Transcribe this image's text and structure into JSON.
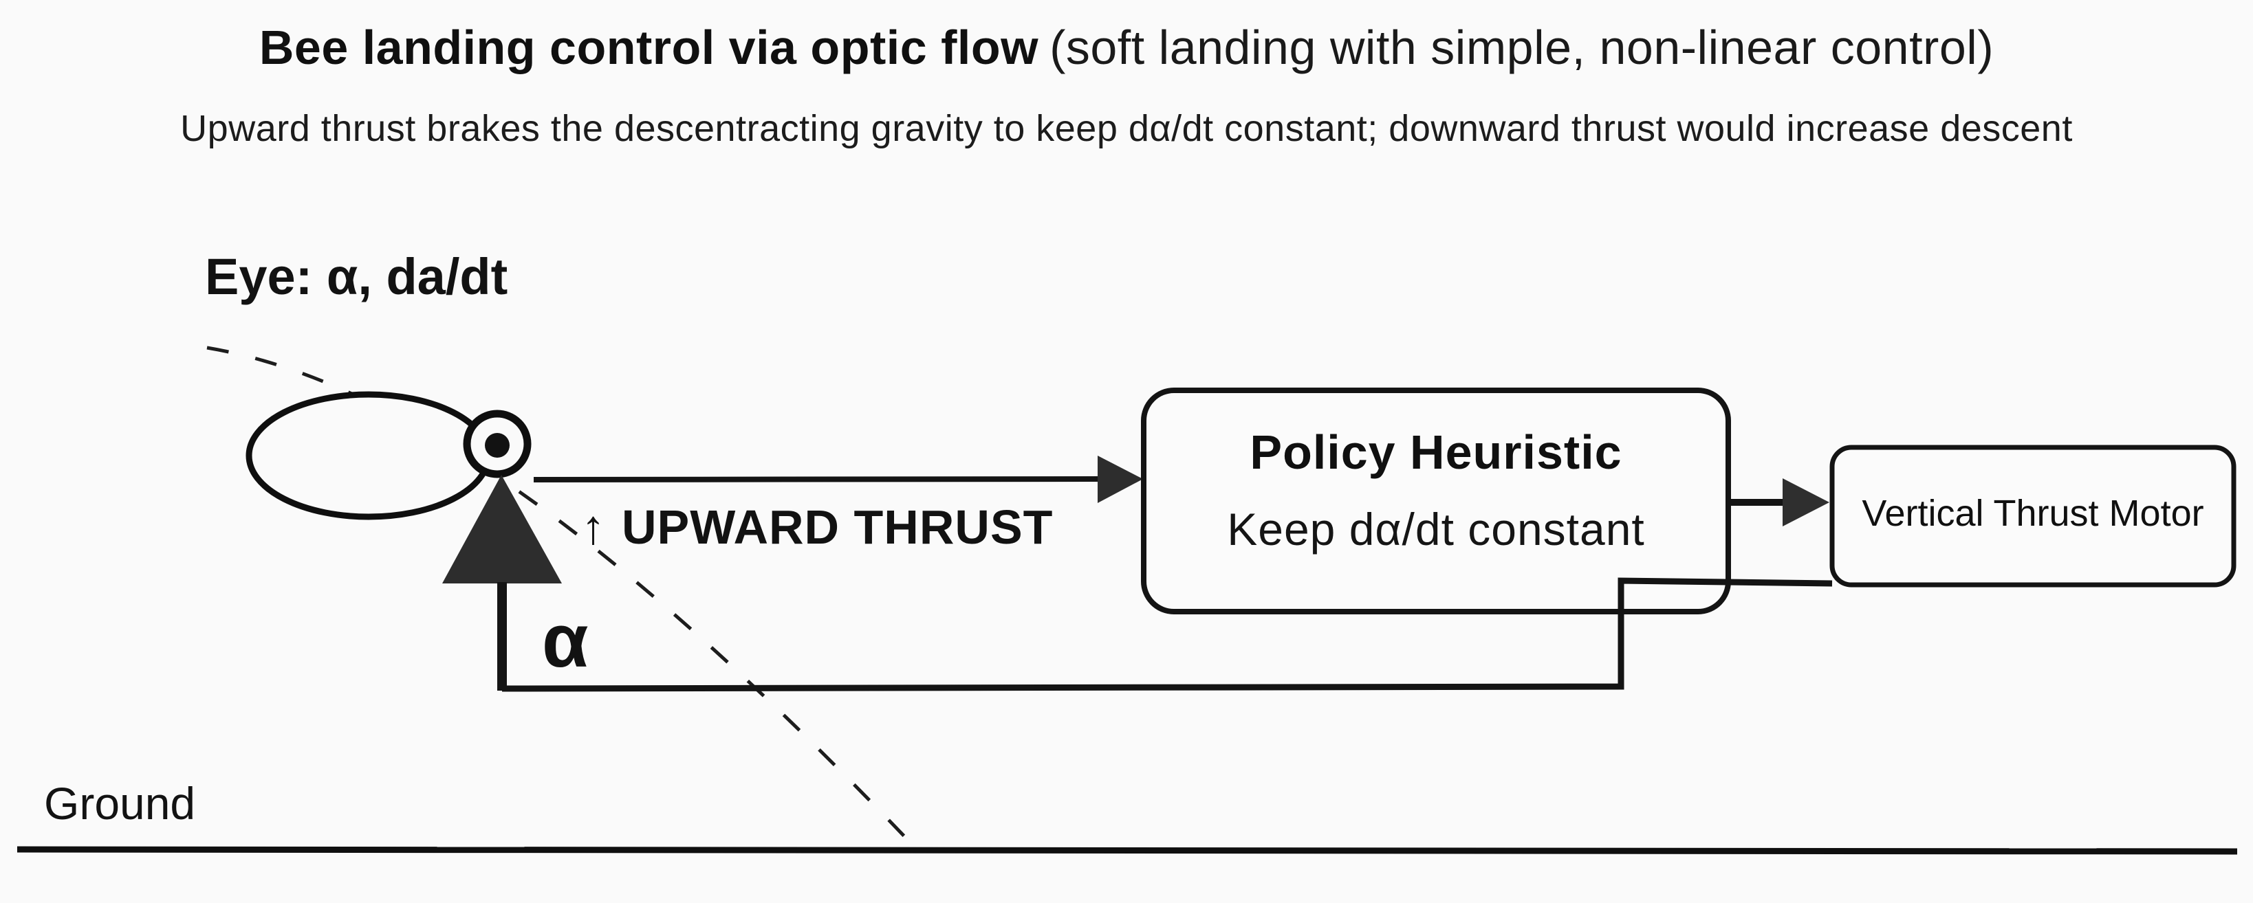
{
  "colors": {
    "background": "#fafafa",
    "ink": "#141414",
    "shape_fill": "#2d2d2d"
  },
  "header": {
    "title_bold": "Bee landing control via optic flow",
    "title_paren": "(soft landing with simple, non-linear control)",
    "subtitle": "Upward thrust brakes the descentracting gravity to keep dα/dt constant; downward thrust would increase descent"
  },
  "diagram": {
    "eye_label": "Eye: α, da/dt",
    "thrust_arrow": "↑",
    "thrust_label": "UPWARD THRUST",
    "alpha_label": "α",
    "policy_box": {
      "title": "Policy Heuristic",
      "subtitle": "Keep dα/dt constant"
    },
    "motor_box": {
      "label": "Vertical Thrust Motor"
    },
    "ground_label": "Ground"
  }
}
